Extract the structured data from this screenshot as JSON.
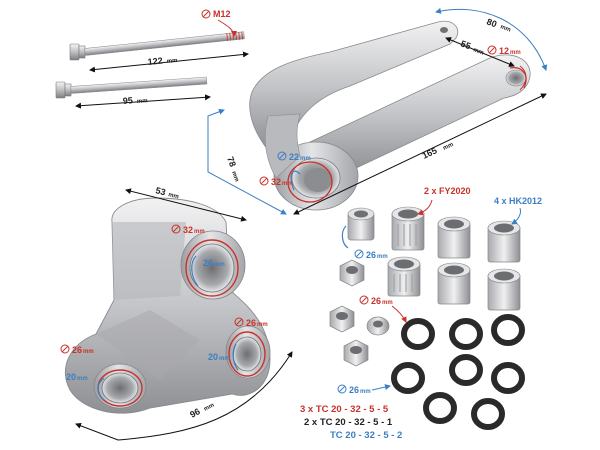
{
  "bolts": {
    "thread_label": "M12",
    "long_length": "122",
    "short_length": "95",
    "unit": "mm"
  },
  "linkage_arm": {
    "width_top": "80",
    "inner_span": "55",
    "hole_small": "12",
    "length": "165",
    "height": "78",
    "bore_outer": "32",
    "bore_inner": "22",
    "unit": "mm"
  },
  "rocker": {
    "top_width": "53",
    "bore_top": "32",
    "bore_top_inner": "26",
    "bore_right": "26",
    "bore_right_inner": "20",
    "bore_left": "26",
    "bore_left_inner": "20",
    "bottom_width": "96",
    "unit": "mm"
  },
  "hardware": {
    "bushing_label": "2 x FY2020",
    "bearing_label": "4 x HK2012",
    "spacer_dim": "26",
    "nut_dim": "26",
    "seal_dim": "26",
    "unit": "mm",
    "seal_lines": [
      "3 x TC 20 - 32 - 5 - 5",
      "2 x TC 20 - 32 - 5 - 1",
      "TC 20 - 32 - 5 - 2"
    ]
  },
  "colors": {
    "red": "#c8322a",
    "blue": "#3a7fc4",
    "metal": "#c9cacc",
    "seal": "#2a2a2a"
  }
}
